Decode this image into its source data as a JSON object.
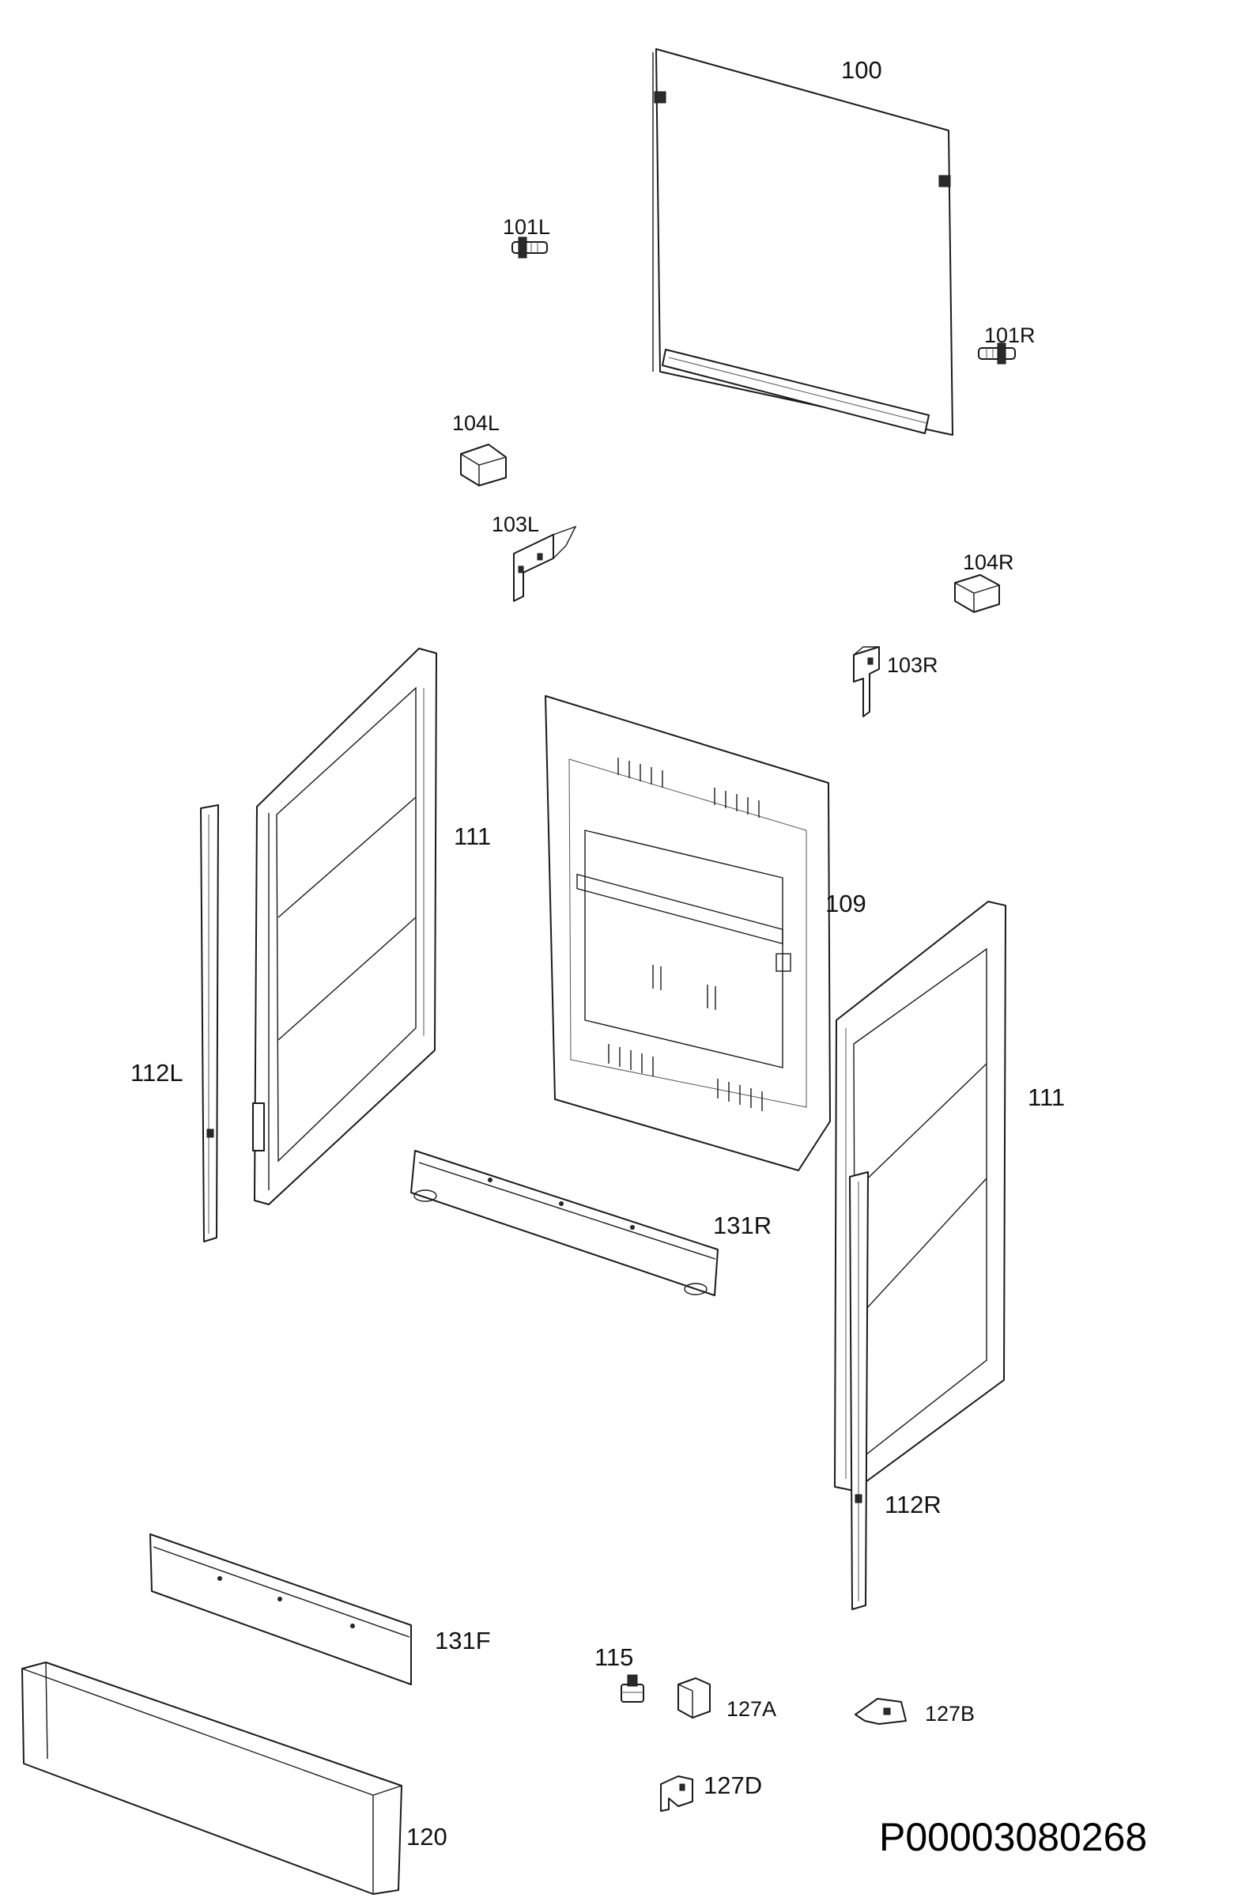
{
  "labels": {
    "p100": "100",
    "p101L": "101L",
    "p101R": "101R",
    "p104L": "104L",
    "p103L": "103L",
    "p104R": "104R",
    "p103R": "103R",
    "p111_left": "111",
    "p109": "109",
    "p111_right": "111",
    "p112L": "112L",
    "p131R": "131R",
    "p112R": "112R",
    "p131F": "131F",
    "p115": "115",
    "p127A": "127A",
    "p127B": "127B",
    "p127D": "127D",
    "p120": "120"
  },
  "document_number": "P00003080268",
  "colors": {
    "line": "#1a1a1a",
    "background": "#ffffff"
  }
}
